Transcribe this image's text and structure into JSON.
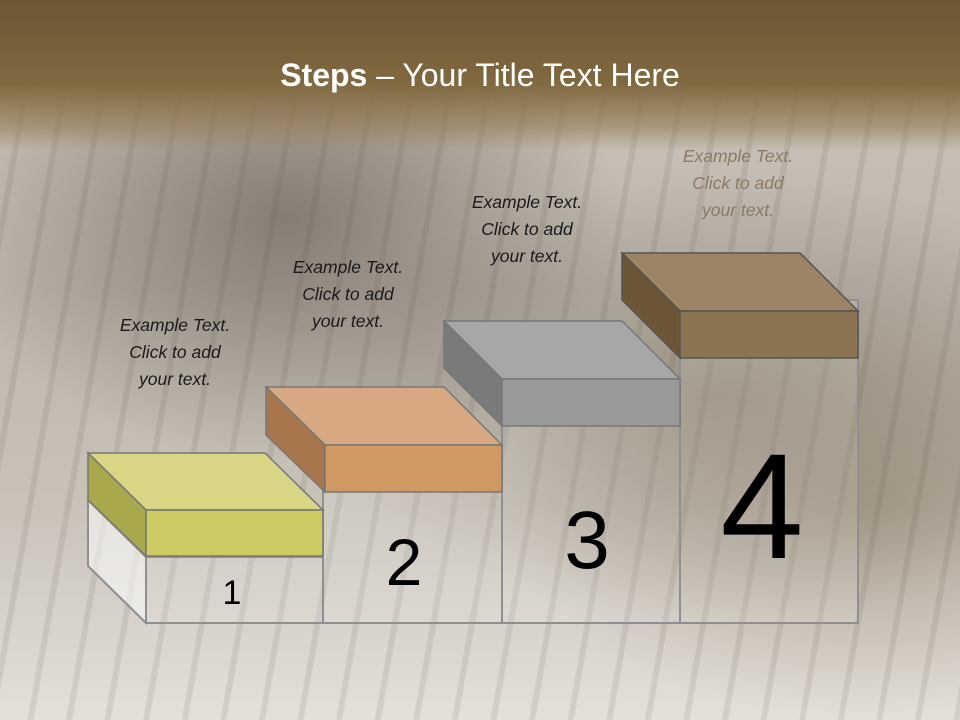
{
  "title": {
    "bold": "Steps",
    "rest": " – Your Title Text Here"
  },
  "steps": [
    {
      "number": "1",
      "text": [
        "Example Text.",
        "Click  to add",
        "your text."
      ],
      "color": "#cfcf63"
    },
    {
      "number": "2",
      "text": [
        "Example Text.",
        "Click  to add",
        "your text."
      ],
      "color": "#d49a68"
    },
    {
      "number": "3",
      "text": [
        "Example Text.",
        "Click  to add",
        "your text."
      ],
      "color": "#9a9a9a"
    },
    {
      "number": "4",
      "text": [
        "Example Text.",
        "Click  to add",
        "your text."
      ],
      "color": "#8c7452"
    }
  ]
}
